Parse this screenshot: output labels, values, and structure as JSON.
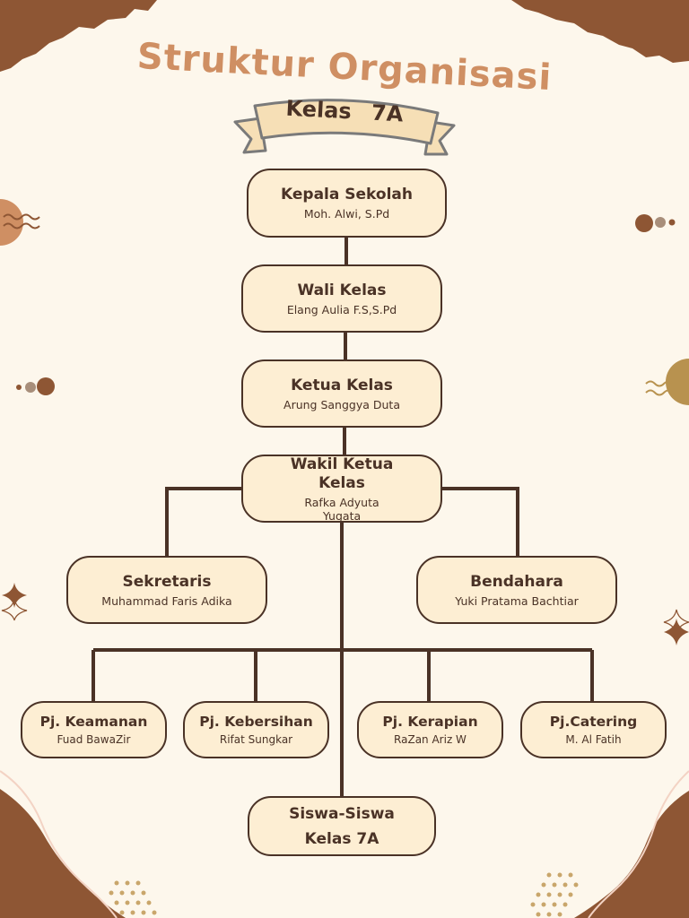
{
  "title": "Struktur Organisasi",
  "subtitle": "Kelas 7A",
  "colors": {
    "background": "#fdf7ec",
    "box_fill": "#fdeed3",
    "line": "#4a3226",
    "title": "#cf8f63",
    "brown": "#8e5634",
    "gold": "#b8924f"
  },
  "nodes": {
    "kepala_sekolah": {
      "role": "Kepala Sekolah",
      "name": "Moh. Alwi, S.Pd"
    },
    "wali_kelas": {
      "role": "Wali Kelas",
      "name": "Elang Aulia F.S,S.Pd"
    },
    "ketua_kelas": {
      "role": "Ketua Kelas",
      "name": "Arung Sanggya Duta"
    },
    "wakil_ketua": {
      "role": "Wakil Ketua Kelas",
      "name": "Rafka Adyuta Yugata"
    },
    "sekretaris": {
      "role": "Sekretaris",
      "name": "Muhammad Faris Adika"
    },
    "bendahara": {
      "role": "Bendahara",
      "name": "Yuki Pratama Bachtiar"
    },
    "keamanan": {
      "role": "Pj. Keamanan",
      "name": "Fuad BawaZir"
    },
    "kebersihan": {
      "role": "Pj. Kebersihan",
      "name": "Rifat Sungkar"
    },
    "kerapian": {
      "role": "Pj. Kerapian",
      "name": "RaZan Ariz W"
    },
    "catering": {
      "role": "Pj.Catering",
      "name": "M. Al Fatih"
    },
    "siswa": {
      "role": "Siswa-Siswa Kelas 7A"
    }
  }
}
